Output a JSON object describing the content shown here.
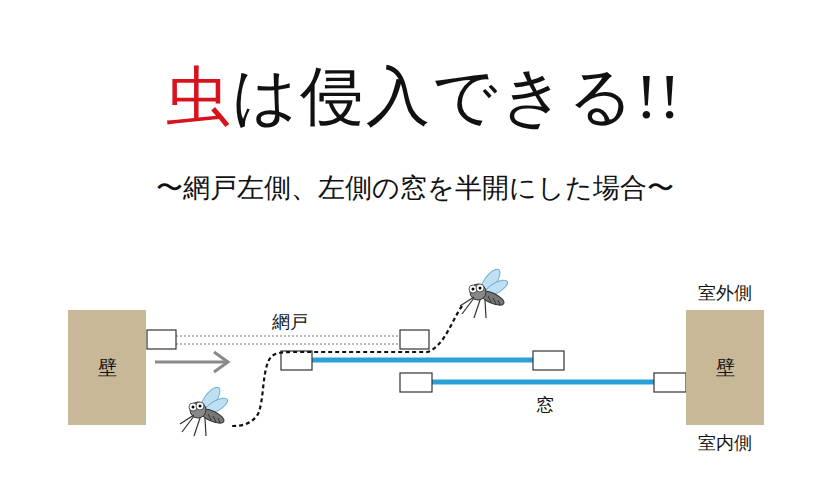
{
  "diagram": {
    "title": "虫は侵入できる!!",
    "caption": "〜網戸左側、左側の窓を半開にした場合〜",
    "nodes": [
      {
        "text": [
          "壁"
        ]
      },
      {
        "text": [
          "壁"
        ]
      }
    ],
    "labels": [
      "網戸",
      "窓",
      "室外側",
      "室内側"
    ]
  }
}
